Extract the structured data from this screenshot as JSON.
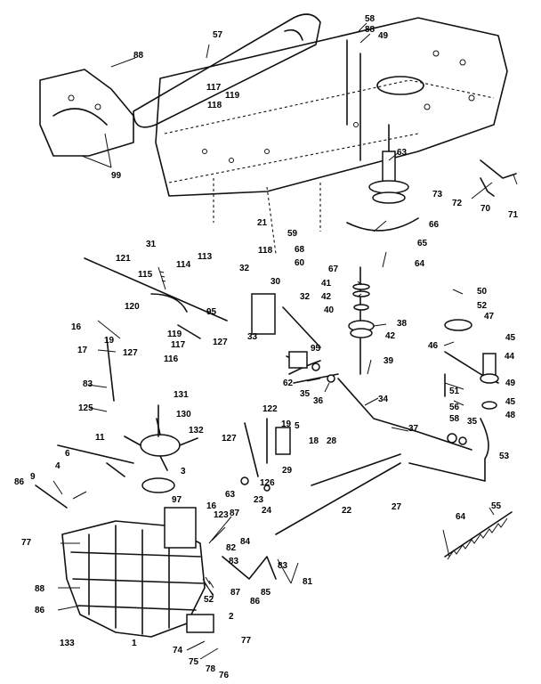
{
  "callouts": [
    "88",
    "57",
    "117",
    "119",
    "118",
    "99",
    "58",
    "88",
    "49",
    "63",
    "73",
    "72",
    "70",
    "71",
    "21",
    "118",
    "31",
    "121",
    "115",
    "114",
    "113",
    "32",
    "120",
    "95",
    "30",
    "32",
    "127",
    "33",
    "95",
    "119",
    "117",
    "116",
    "59",
    "68",
    "60",
    "66",
    "65",
    "64",
    "67",
    "41",
    "42",
    "40",
    "38",
    "42",
    "39",
    "50",
    "52",
    "47",
    "46",
    "45",
    "44",
    "49",
    "45",
    "48",
    "16",
    "19",
    "127",
    "17",
    "83",
    "125",
    "62",
    "35",
    "36",
    "34",
    "51",
    "56",
    "131",
    "130",
    "132",
    "122",
    "19",
    "5",
    "18",
    "11",
    "127",
    "28",
    "37",
    "58",
    "35",
    "53",
    "6",
    "4",
    "3",
    "126",
    "29",
    "86",
    "9",
    "97",
    "63",
    "23",
    "24",
    "123",
    "16",
    "87",
    "27",
    "22",
    "64",
    "55",
    "77",
    "82",
    "84",
    "83",
    "81",
    "83",
    "88",
    "86",
    "52",
    "2",
    "87",
    "86",
    "85",
    "133",
    "77",
    "1",
    "74",
    "75",
    "78",
    "76"
  ]
}
